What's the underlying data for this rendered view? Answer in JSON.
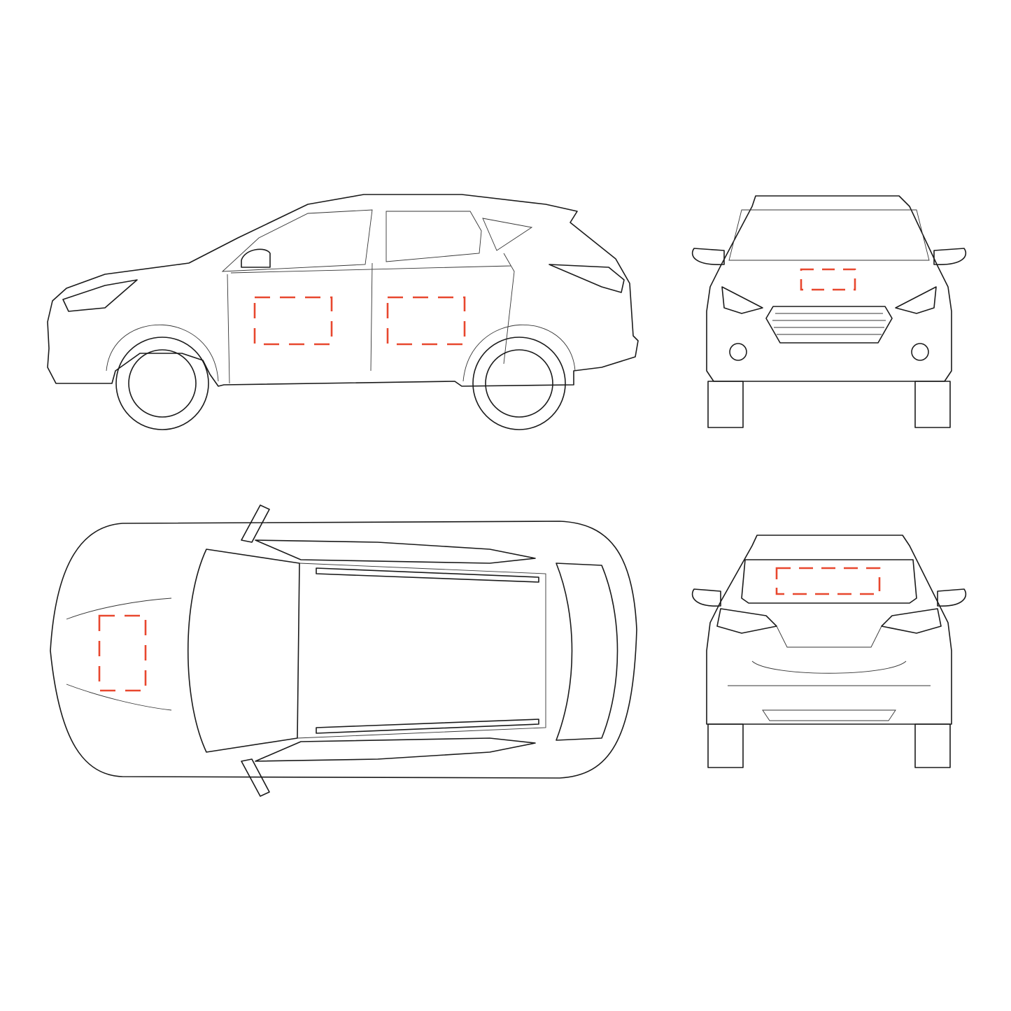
{
  "colors": {
    "outline": "#1a1a1a",
    "placement_zone": "#e8472e",
    "background": "#ffffff"
  },
  "views": [
    {
      "id": "side",
      "zones": 2
    },
    {
      "id": "front",
      "zones": 1
    },
    {
      "id": "top",
      "zones": 1
    },
    {
      "id": "rear",
      "zones": 1
    }
  ]
}
